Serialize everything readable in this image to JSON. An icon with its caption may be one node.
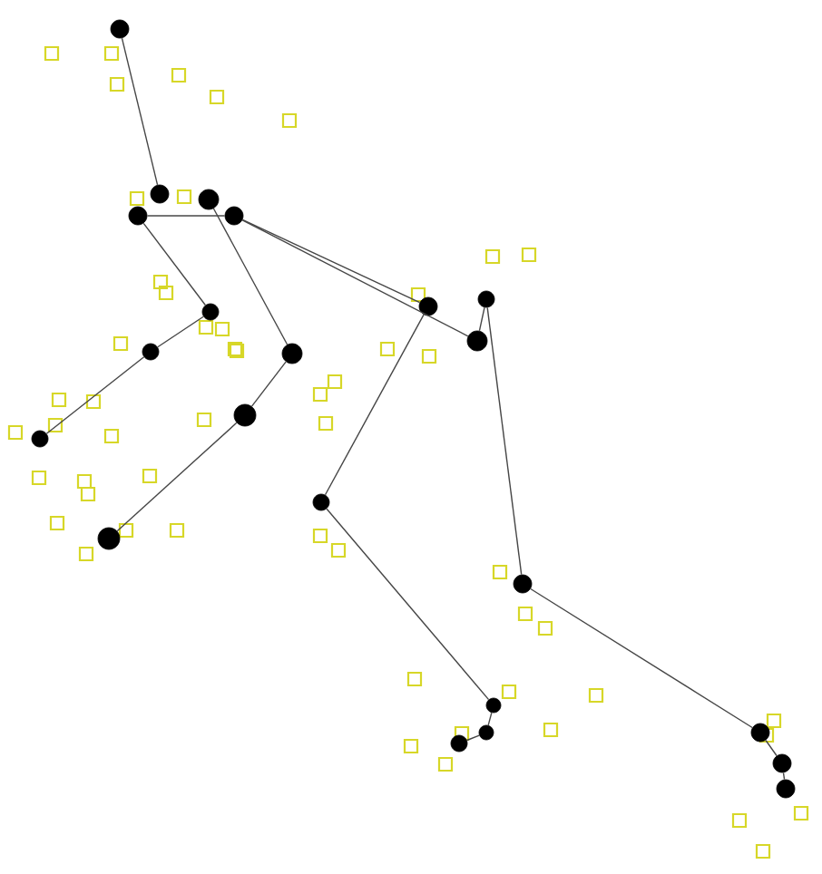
{
  "diagram": {
    "nodes": [
      {
        "text": [],
        "shape": "circle"
      },
      {
        "text": [],
        "shape": "circle"
      },
      {
        "text": [],
        "shape": "circle"
      },
      {
        "text": [],
        "shape": "circle"
      },
      {
        "text": [],
        "shape": "circle"
      },
      {
        "text": [],
        "shape": "circle"
      },
      {
        "text": [],
        "shape": "circle"
      },
      {
        "text": [],
        "shape": "circle"
      },
      {
        "text": [],
        "shape": "circle"
      },
      {
        "text": [],
        "shape": "circle"
      },
      {
        "text": [],
        "shape": "circle"
      },
      {
        "text": [],
        "shape": "circle"
      },
      {
        "text": [],
        "shape": "circle"
      },
      {
        "text": [],
        "shape": "circle"
      },
      {
        "text": [],
        "shape": "circle"
      },
      {
        "text": [],
        "shape": "circle"
      },
      {
        "text": [],
        "shape": "circle"
      },
      {
        "text": [],
        "shape": "circle"
      },
      {
        "text": [],
        "shape": "circle"
      },
      {
        "text": [],
        "shape": "circle"
      },
      {
        "text": [],
        "shape": "circle"
      },
      {
        "text": [],
        "shape": "circle"
      }
    ],
    "edges": [
      {
        "from": 0,
        "to": 1,
        "arrow": "none"
      },
      {
        "from": 3,
        "to": 4,
        "arrow": "none"
      },
      {
        "from": 3,
        "to": 5,
        "arrow": "none"
      },
      {
        "from": 5,
        "to": 6,
        "arrow": "none"
      },
      {
        "from": 6,
        "to": 7,
        "arrow": "none"
      },
      {
        "from": 2,
        "to": 8,
        "arrow": "none"
      },
      {
        "from": 8,
        "to": 9,
        "arrow": "none"
      },
      {
        "from": 9,
        "to": 10,
        "arrow": "none"
      },
      {
        "from": 4,
        "to": 11,
        "arrow": "none"
      },
      {
        "from": 4,
        "to": 12,
        "arrow": "none"
      },
      {
        "from": 11,
        "to": 14,
        "arrow": "none"
      },
      {
        "from": 14,
        "to": 15,
        "arrow": "none"
      },
      {
        "from": 15,
        "to": 16,
        "arrow": "none"
      },
      {
        "from": 16,
        "to": 17,
        "arrow": "none"
      },
      {
        "from": 12,
        "to": 13,
        "arrow": "none"
      },
      {
        "from": 13,
        "to": 18,
        "arrow": "none"
      },
      {
        "from": 18,
        "to": 19,
        "arrow": "none"
      },
      {
        "from": 19,
        "to": 20,
        "arrow": "none"
      },
      {
        "from": 20,
        "to": 21,
        "arrow": "none"
      }
    ]
  }
}
